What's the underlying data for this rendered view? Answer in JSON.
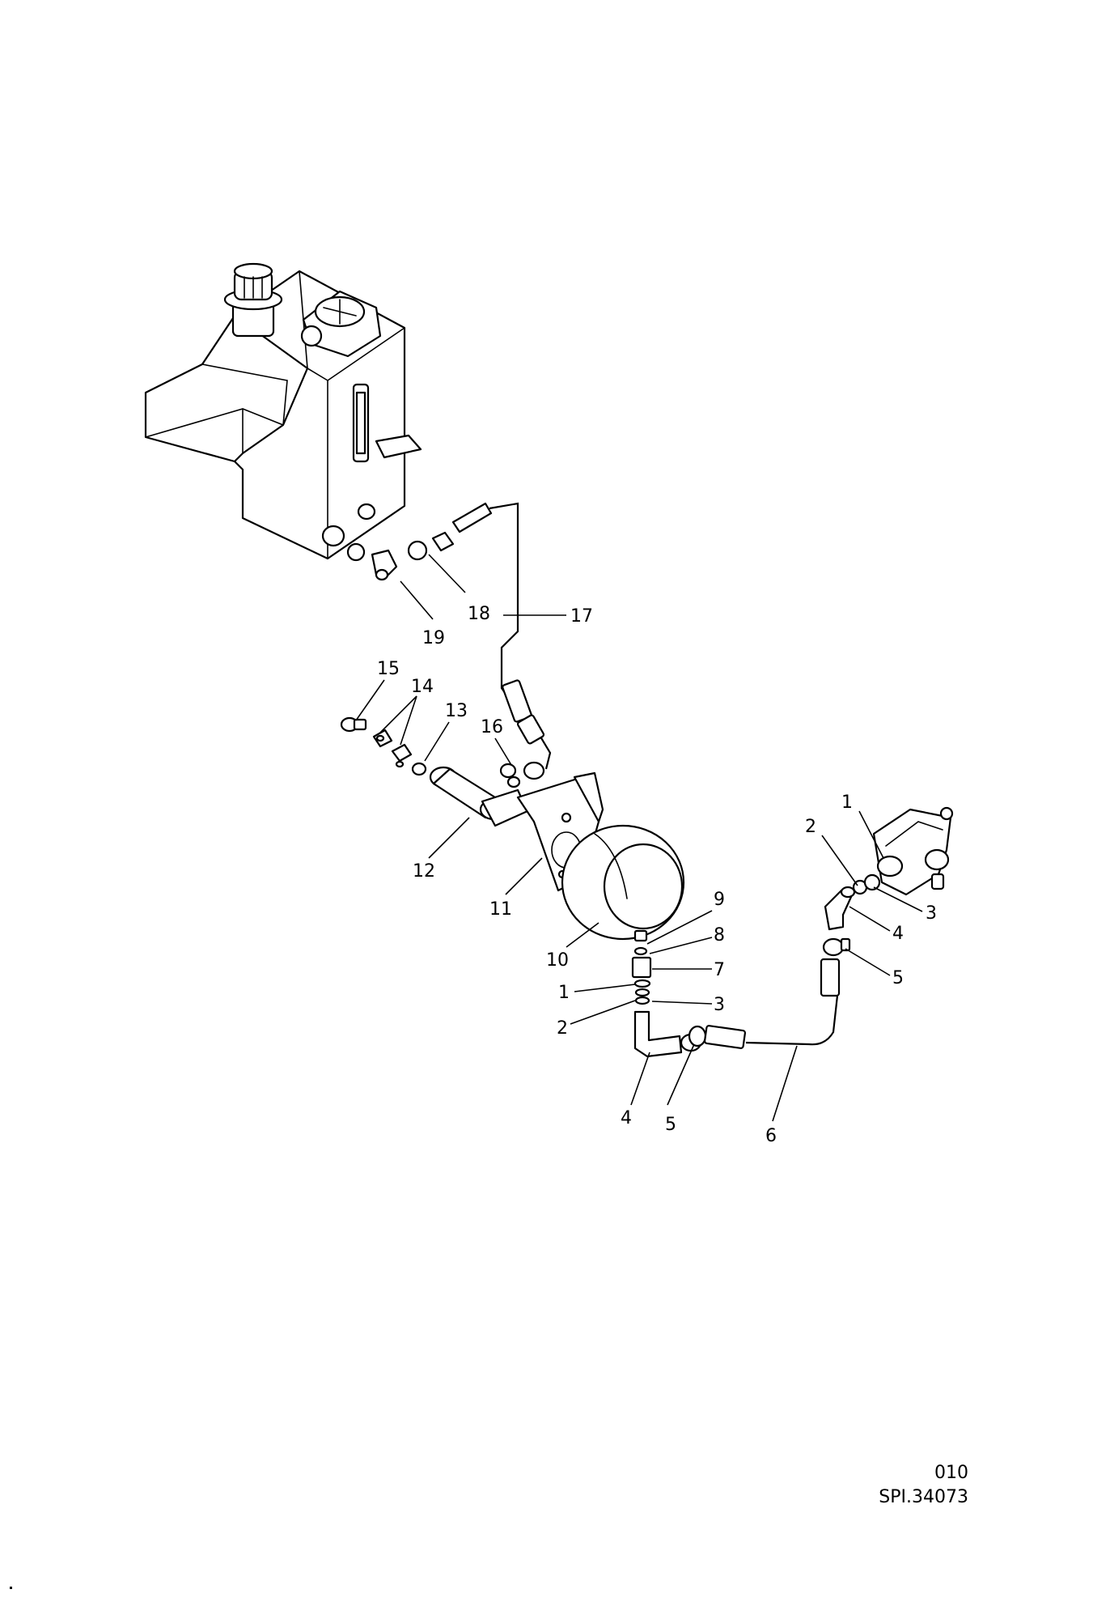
{
  "callouts": [
    {
      "id": "c19-tank",
      "text": "19"
    },
    {
      "id": "c18-tank",
      "text": "18"
    },
    {
      "id": "c17-hose",
      "text": "17"
    },
    {
      "id": "c15",
      "text": "15"
    },
    {
      "id": "c14",
      "text": "14"
    },
    {
      "id": "c13",
      "text": "13"
    },
    {
      "id": "c16",
      "text": "16"
    },
    {
      "id": "c12",
      "text": "12"
    },
    {
      "id": "c11",
      "text": "11"
    },
    {
      "id": "c10",
      "text": "10"
    },
    {
      "id": "c9",
      "text": "9"
    },
    {
      "id": "c8",
      "text": "8"
    },
    {
      "id": "c7",
      "text": "7"
    },
    {
      "id": "c1-left",
      "text": "1"
    },
    {
      "id": "c3-left",
      "text": "3"
    },
    {
      "id": "c2-left",
      "text": "2"
    },
    {
      "id": "c4-left",
      "text": "4"
    },
    {
      "id": "c5-left",
      "text": "5"
    },
    {
      "id": "c6",
      "text": "6"
    },
    {
      "id": "c1-right",
      "text": "1"
    },
    {
      "id": "c2-right",
      "text": "2"
    },
    {
      "id": "c3-right",
      "text": "3"
    },
    {
      "id": "c4-right",
      "text": "4"
    },
    {
      "id": "c5-right",
      "text": "5"
    }
  ],
  "footer": {
    "page_code": "010",
    "drawing_ref": "SPI.34073"
  }
}
